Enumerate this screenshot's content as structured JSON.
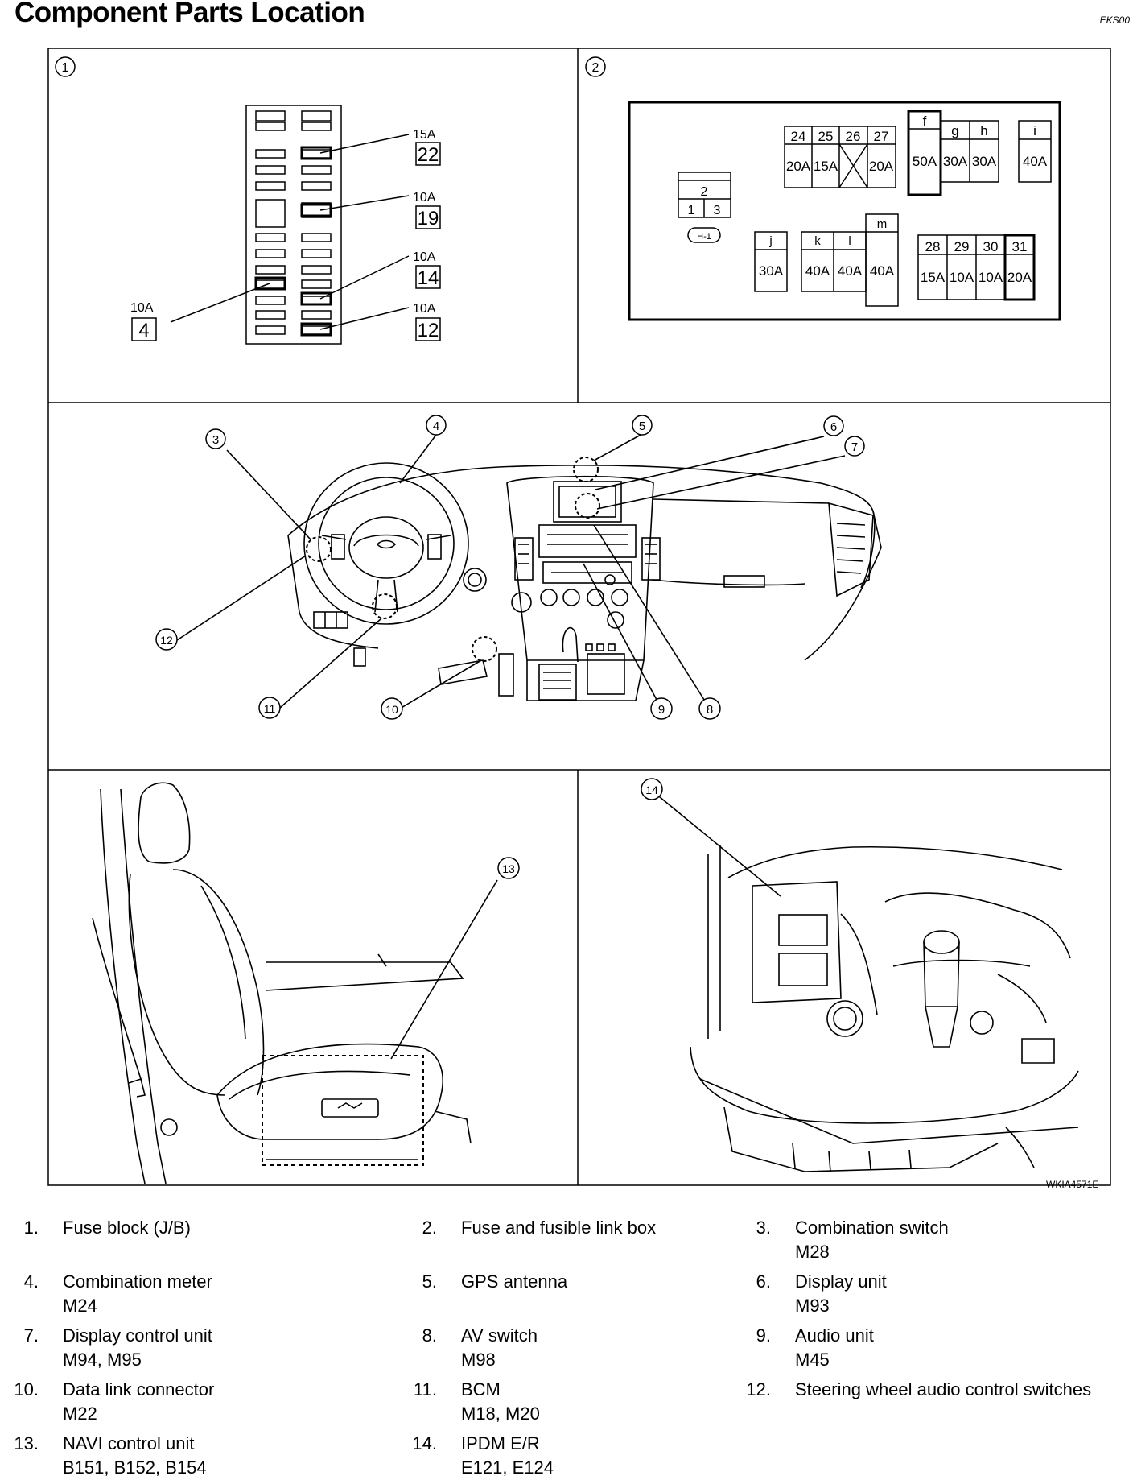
{
  "page": {
    "title": "Component Parts Location",
    "doc_code": "EKS00",
    "figure_code": "WKIA4571E"
  },
  "panels": {
    "p1_number": "1",
    "p2_number": "2"
  },
  "fuse_block_labels": [
    {
      "amp": "15A",
      "num": "22"
    },
    {
      "amp": "10A",
      "num": "19"
    },
    {
      "amp": "10A",
      "num": "14"
    },
    {
      "amp": "10A",
      "num": "4"
    },
    {
      "amp": "10A",
      "num": "12"
    }
  ],
  "fusible_link_box": {
    "connector_top": "2",
    "connector_left": "1",
    "connector_right": "3",
    "connector_tag": "H-1",
    "group_a_nums": [
      "24",
      "25",
      "26",
      "27"
    ],
    "group_a_amps": [
      "20A",
      "15A",
      "",
      "20A"
    ],
    "group_b_letters": [
      "f",
      "g",
      "h"
    ],
    "group_b_amps": [
      "50A",
      "30A",
      "30A"
    ],
    "group_c_letter": "i",
    "group_c_amp": "40A",
    "group_d_letter": "j",
    "group_d_amp": "30A",
    "group_e_letters": [
      "k",
      "l",
      "m"
    ],
    "group_e_amps": [
      "40A",
      "40A",
      "40A"
    ],
    "group_f_nums": [
      "28",
      "29",
      "30",
      "31"
    ],
    "group_f_amps": [
      "15A",
      "10A",
      "10A",
      "20A"
    ]
  },
  "callouts": [
    "3",
    "4",
    "5",
    "6",
    "7",
    "12",
    "11",
    "10",
    "9",
    "8",
    "13",
    "14"
  ],
  "legend": [
    {
      "num": "1.",
      "name": "Fuse block (J/B)",
      "conn": ""
    },
    {
      "num": "2.",
      "name": "Fuse and fusible link box",
      "conn": ""
    },
    {
      "num": "3.",
      "name": "Combination switch",
      "conn": "M28"
    },
    {
      "num": "4.",
      "name": "Combination meter",
      "conn": "M24"
    },
    {
      "num": "5.",
      "name": "GPS antenna",
      "conn": ""
    },
    {
      "num": "6.",
      "name": "Display unit",
      "conn": "M93"
    },
    {
      "num": "7.",
      "name": "Display control unit",
      "conn": "M94, M95"
    },
    {
      "num": "8.",
      "name": "AV switch",
      "conn": "M98"
    },
    {
      "num": "9.",
      "name": "Audio unit",
      "conn": "M45"
    },
    {
      "num": "10.",
      "name": "Data link connector",
      "conn": "M22"
    },
    {
      "num": "11.",
      "name": "BCM",
      "conn": "M18, M20"
    },
    {
      "num": "12.",
      "name": "Steering wheel audio control switches",
      "conn": ""
    },
    {
      "num": "13.",
      "name": "NAVI control unit",
      "conn": "B151, B152, B154"
    },
    {
      "num": "14.",
      "name": "IPDM E/R",
      "conn": "E121, E124"
    }
  ]
}
